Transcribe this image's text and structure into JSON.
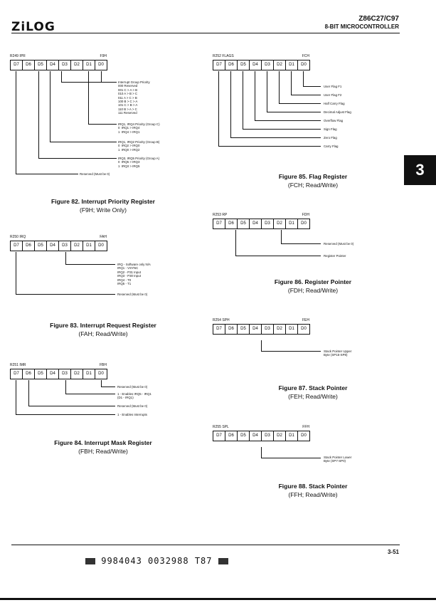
{
  "header": {
    "logo": "ZiLOG",
    "part": "Z86C27/C97",
    "subtitle": "8-BIT MICROCONTROLLER"
  },
  "section_tab": "3",
  "bits": [
    "D7",
    "D6",
    "D5",
    "D4",
    "D3",
    "D2",
    "D1",
    "D0"
  ],
  "registers": {
    "ipr": {
      "name": "R249 IPR",
      "addr": "F9H",
      "labels": {
        "group_priority": "Interrupt Group Priority\n000 Reserved\n001 C > A > B\n010 A > B > C\n011 A > C > B\n100 B > C > A\n101 C > B > A\n110 B > A > C\n111 Reserved",
        "group_c": "IRQ1, IRQ4 Priority (Group C)\n0  IRQ1 > IRQ4\n1  IRQ4 > IRQ1",
        "group_b": "IRQ1, IRQ2 Priority (Group B)\n0  IRQ2 > IRQ0\n1  IRQ0 > IRQ2",
        "group_a": "IRQ3, IRQ5 Priority (Group A)\n0  IRQ5 > IRQ3\n1  IRQ3 > IRQ5",
        "reserved": "Reserved (Must be 0)"
      },
      "title": "Figure 82.  Interrupt Priority Register",
      "sub": "(F9H; Write Only)"
    },
    "irq": {
      "name": "R250 IRQ",
      "addr": "FAH",
      "labels": {
        "sources": "IRQ - Software only N/A\nIRQ1 - VSYNC\nIRQ2 - P31 Input\nIRQ3 - P30 Input\nIRQ4 - T0\nIRQ5 - T1",
        "reserved": "Reserved (Must be 0)"
      },
      "title": "Figure 83.  Interrupt Request Register",
      "sub": "(FAH; Read/Write)"
    },
    "imr": {
      "name": "R251 IMR",
      "addr": "FBH",
      "labels": {
        "reserved1": "Reserved (Must be 0)",
        "enables": "1 - Enables IRQ5 - IRQ1\n(D1 - IRQ1)",
        "reserved2": "Reserved (Must be 0)",
        "enable_int": "1 - Enables Interrupts"
      },
      "title": "Figure 84.  Interrupt Mask Register",
      "sub": "(FBH; Read/Write)"
    },
    "flags": {
      "name": "R252 FLAGS",
      "addr": "FCH",
      "labels": [
        "User Flag F1",
        "User Flag F2",
        "Half Carry Flag",
        "Decimal Adjust Flag",
        "Overflow Flag",
        "Sign Flag",
        "Zero Flag",
        "Carry Flag"
      ],
      "title": "Figure 85.  Flag Register",
      "sub": "(FCH; Read/Write)"
    },
    "rp": {
      "name": "R253 RP",
      "addr": "FDH",
      "labels": {
        "reserved": "Reserved (Must be 0)",
        "pointer": "Register Pointer"
      },
      "title": "Figure 86.  Register Pointer",
      "sub": "(FDH; Read/Write)"
    },
    "sph": {
      "name": "R254 SPH",
      "addr": "FEH",
      "labels": {
        "sp": "Stack Pointer Upper\nByte (SP15-SP8)"
      },
      "title": "Figure 87.  Stack Pointer",
      "sub": "(FEH; Read/Write)"
    },
    "spl": {
      "name": "R255 SPL",
      "addr": "FFH",
      "labels": {
        "sp": "Stack Pointer Lower\nByte (SP7-SP0)"
      },
      "title": "Figure 88.  Stack Pointer",
      "sub": "(FFH; Read/Write)"
    }
  },
  "footer": {
    "page": "3-51",
    "barcode": "9984043 0032988 T87"
  }
}
